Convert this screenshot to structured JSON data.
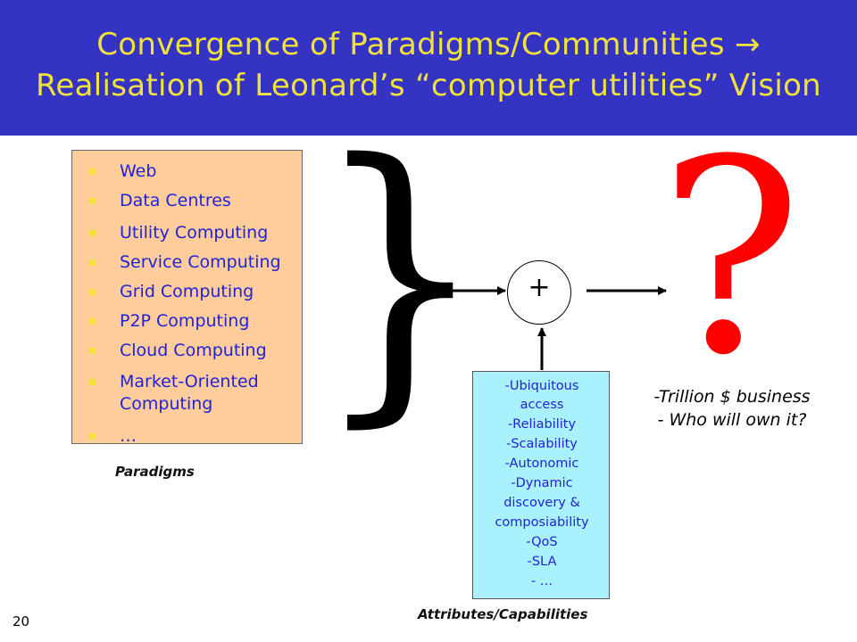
{
  "title": {
    "line1_text": "Convergence of Paradigms/Communities ",
    "line1_arrow": "→",
    "line2": "Realisation of Leonard’s “computer utilities” Vision"
  },
  "paradigms": {
    "items": [
      "Web",
      "Data Centres",
      "Utility Computing",
      "Service Computing",
      "Grid Computing",
      "P2P Computing",
      "Cloud Computing",
      "Market-Oriented",
      "Computing",
      "…"
    ],
    "caption": "Paradigms"
  },
  "brace": "}",
  "plus": "+",
  "question_mark": "?",
  "result": {
    "line1": "-Trillion $ business",
    "line2": "- Who will own it?"
  },
  "attributes": {
    "items": [
      "-Ubiquitous",
      "access",
      "-Reliability",
      "-Scalability",
      "-Autonomic",
      "-Dynamic",
      "discovery &",
      "composiability",
      "-QoS",
      "-SLA",
      "- …"
    ],
    "caption": "Attributes/Capabilities"
  },
  "slide_number": "20",
  "colors": {
    "header_bg": "#3433c4",
    "title_text": "#f0e23a",
    "paradigm_box": "#fecd9b",
    "attr_box": "#a9f2fd",
    "item_text": "#2222d6",
    "question_mark": "#ff0000"
  }
}
